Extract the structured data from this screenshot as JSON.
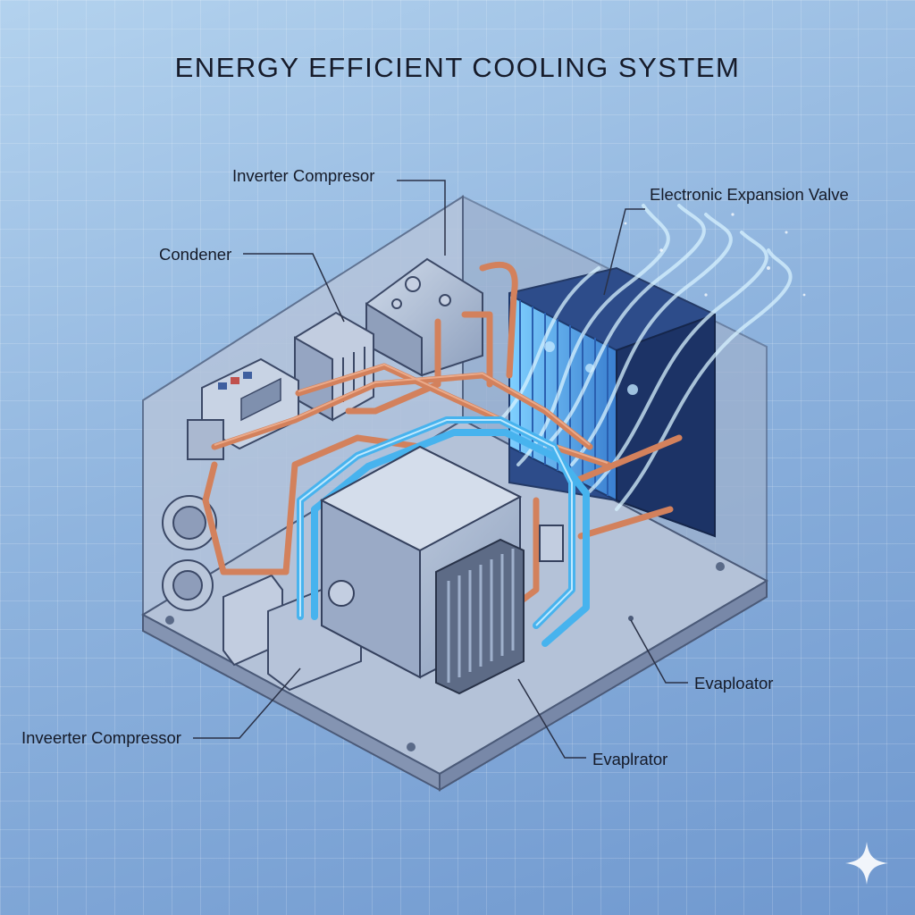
{
  "title": "ENERGY EFFICIENT COOLING SYSTEM",
  "labels": {
    "inverter_top": "Inverter Compresor",
    "condenser": "Condener",
    "expansion_valve": "Electronic Expansion Valve",
    "inverter_bottom": "Inveerter Compressor",
    "evaporator_right": "Evaploator",
    "evaporator_bottom": "Evaplrator"
  },
  "colors": {
    "copper_pipe": "#d3815c",
    "coolant_pipe": "#47b3ee",
    "housing": "#aebdd5",
    "airflow": "#cdeeff"
  },
  "icons": [
    "sparkle-icon"
  ]
}
